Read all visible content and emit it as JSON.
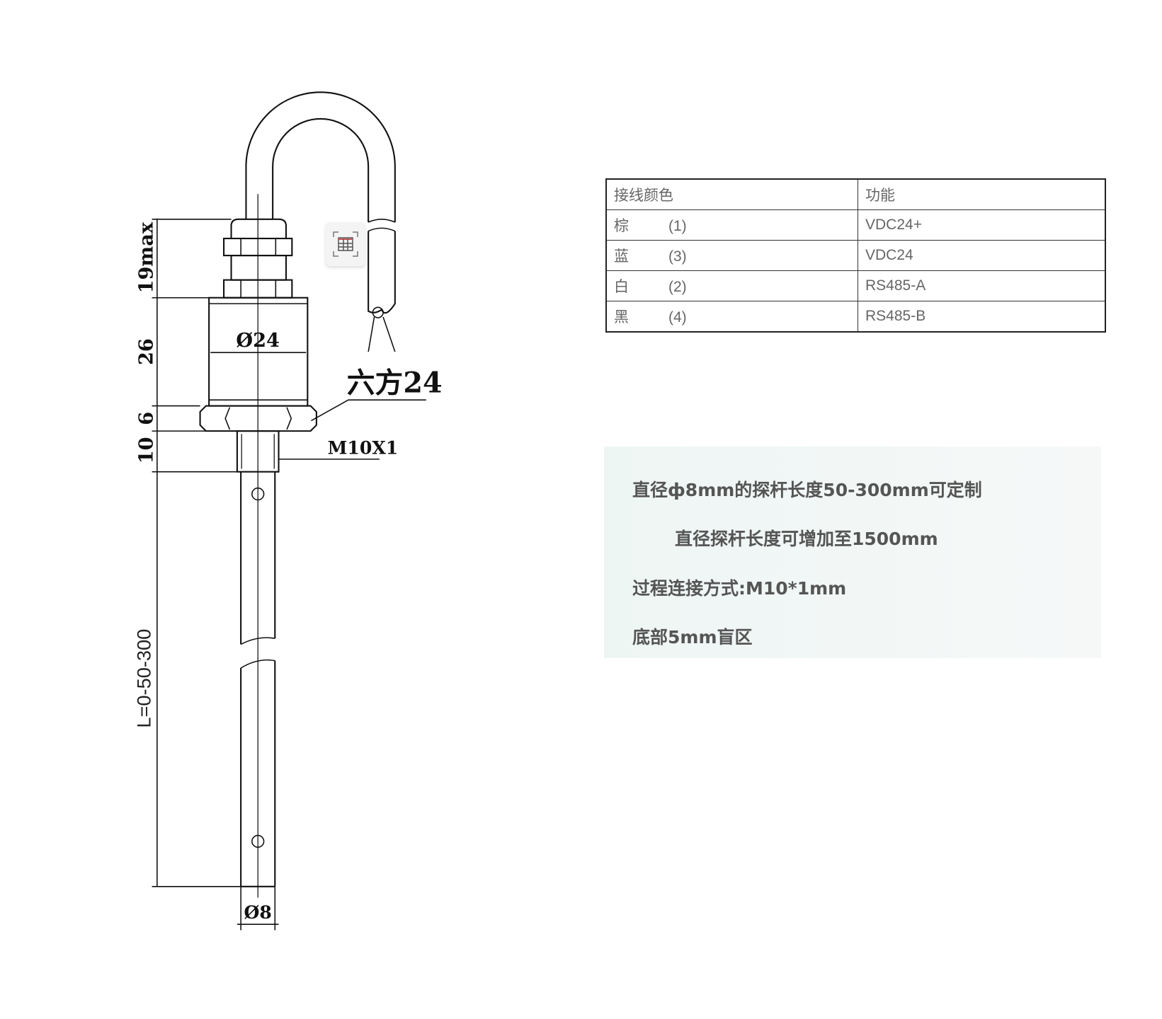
{
  "drawing": {
    "dimensions": {
      "cable_gland": "19max",
      "body_height": "26",
      "hex_height": "6",
      "thread_length": "10",
      "probe_length": "L=0-50-300",
      "body_diameter": "Ø24",
      "probe_diameter": "Ø8",
      "hex_label": "六方24",
      "thread_label": "M10X1"
    }
  },
  "wiring_table": {
    "headers": [
      "接线颜色",
      "功能"
    ],
    "rows": [
      {
        "color": "棕",
        "num": "(1)",
        "function": "VDC24+"
      },
      {
        "color": "蓝",
        "num": "(3)",
        "function": "VDC24"
      },
      {
        "color": "白",
        "num": "(2)",
        "function": "RS485-A"
      },
      {
        "color": "黑",
        "num": "(4)",
        "function": "RS485-B"
      }
    ]
  },
  "notes": [
    "直径ф8mm的探杆长度50-300mm可定制",
    "直径探杆长度可增加至1500mm",
    "过程连接方式:M10*1mm",
    "底部5mm盲区"
  ],
  "colors": {
    "line": "#111111",
    "note_bg": "#eef6f4",
    "note_text": "#555555"
  }
}
